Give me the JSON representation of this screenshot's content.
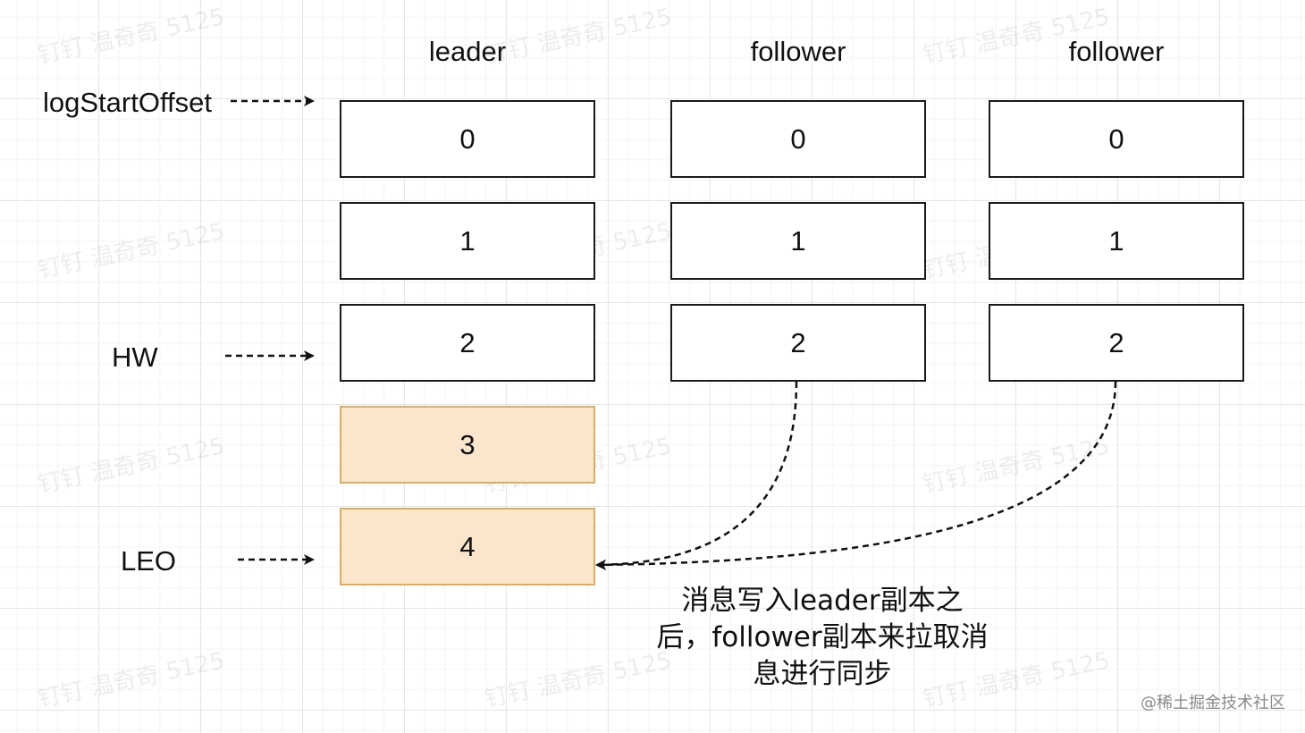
{
  "columns": [
    {
      "header": "leader",
      "offsets": [
        "0",
        "1",
        "2",
        "3",
        "4"
      ]
    },
    {
      "header": "follower",
      "offsets": [
        "0",
        "1",
        "2"
      ]
    },
    {
      "header": "follower",
      "offsets": [
        "0",
        "1",
        "2"
      ]
    }
  ],
  "pointers": {
    "log_start_offset": "logStartOffset",
    "hw": "HW",
    "leo": "LEO"
  },
  "note": [
    "消息写入leader副本之",
    "后，follower副本来拉取消",
    "息进行同步"
  ],
  "watermark": "钉钉 温奇奇 5125",
  "credit": "@稀土掘金技术社区",
  "colors": {
    "box_border": "#1a1a1a",
    "new_message_fill": "#fbe5cc",
    "new_message_border": "#d6ae6b"
  }
}
